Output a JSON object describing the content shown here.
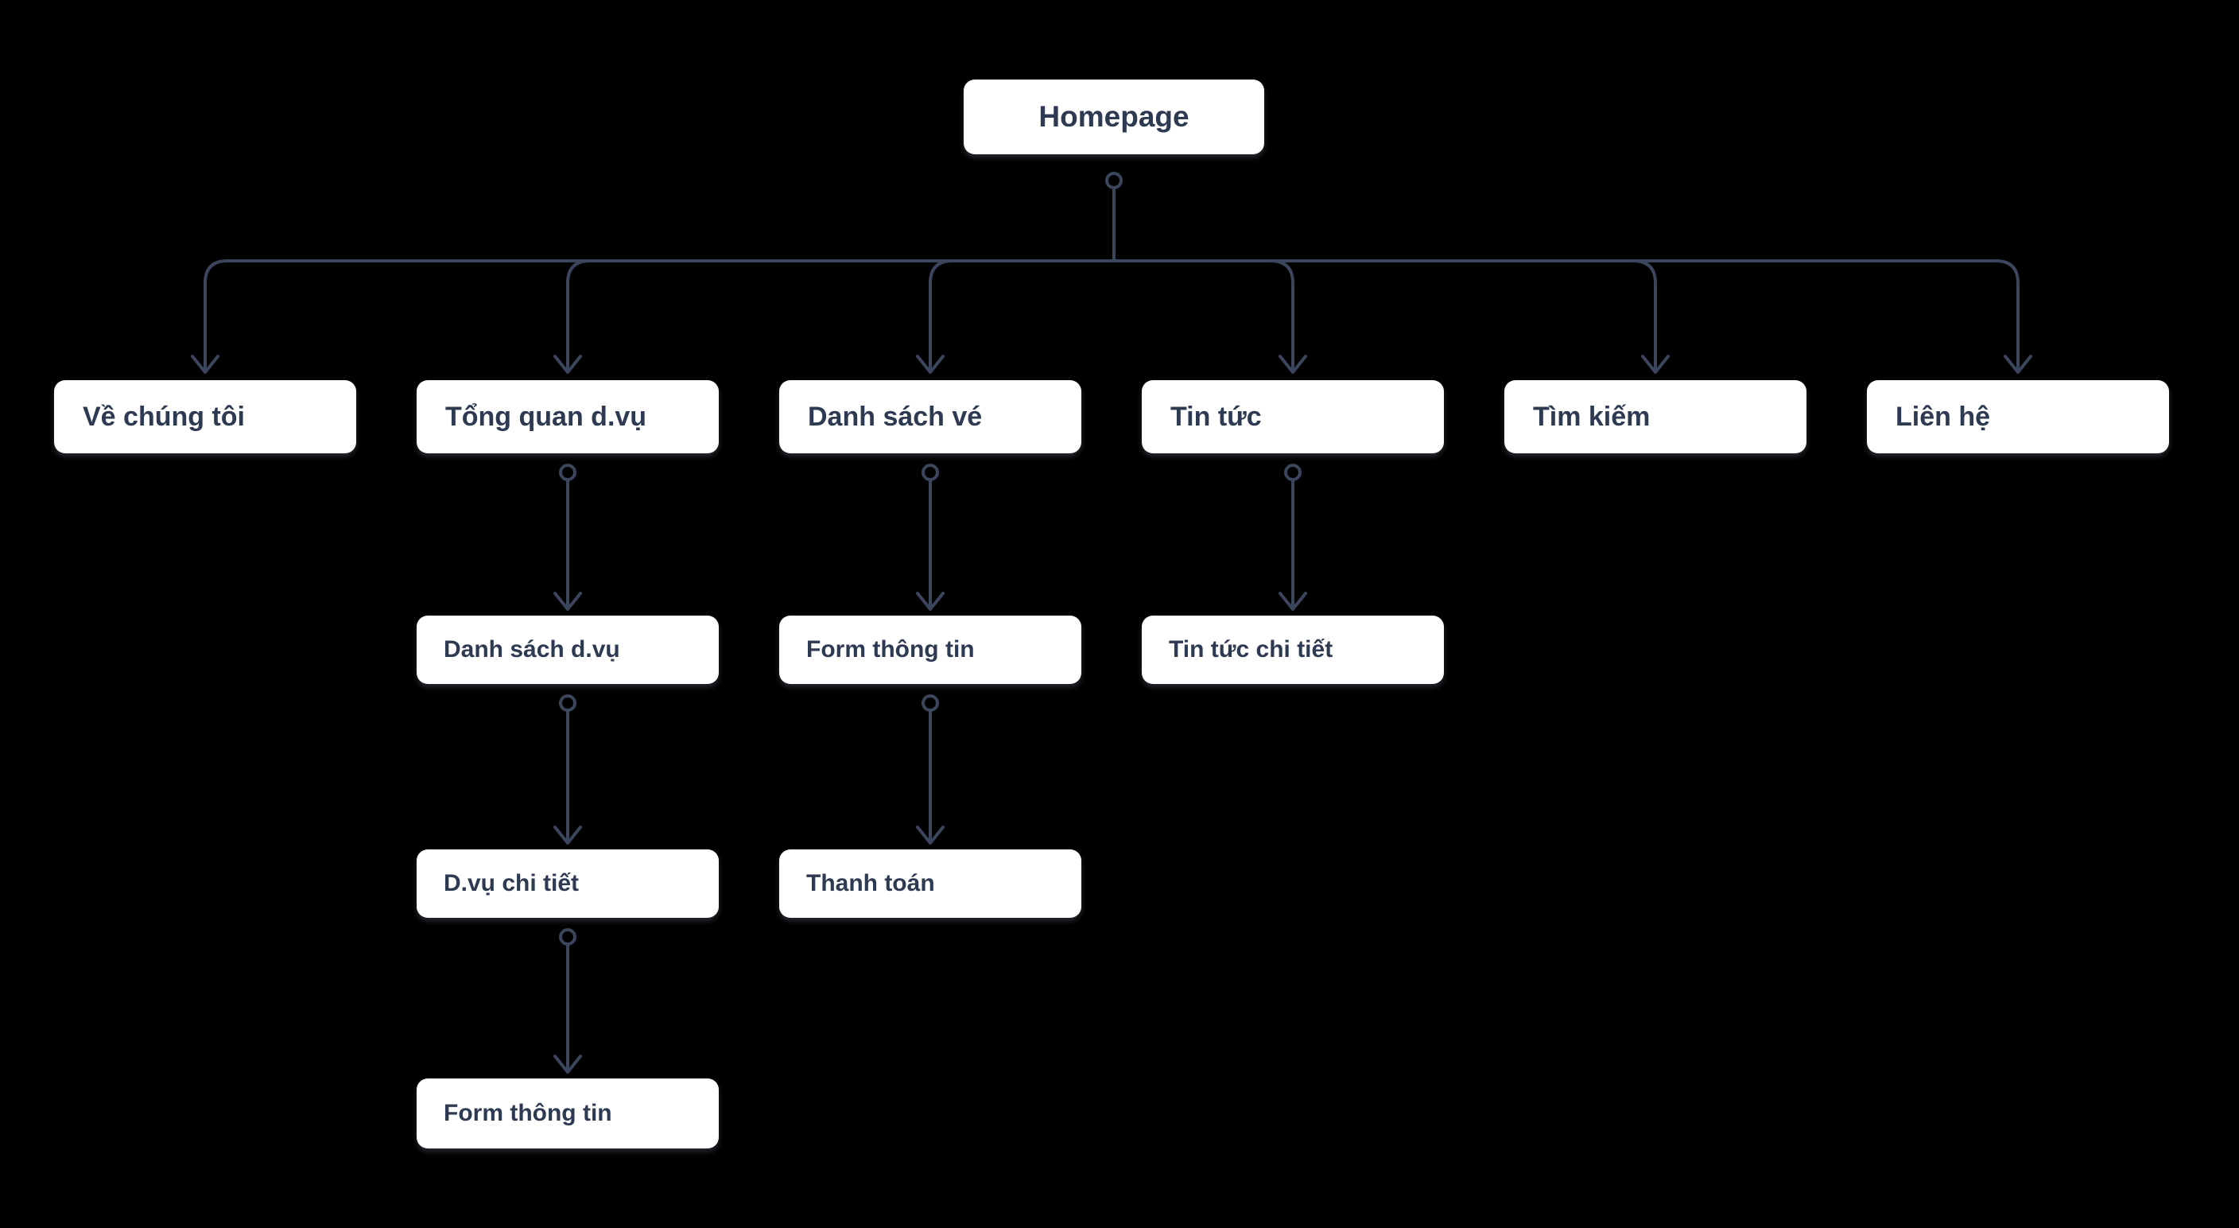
{
  "diagram_type": "sitemap-flowchart",
  "colors": {
    "background": "#000000",
    "node_fill": "#ffffff",
    "node_text": "#2e3a52",
    "connector": "#3b465c"
  },
  "nodes": {
    "homepage": {
      "label": "Homepage"
    },
    "about": {
      "label": "Về chúng tôi"
    },
    "services_overview": {
      "label": "Tổng quan d.vụ"
    },
    "ticket_list": {
      "label": "Danh sách vé"
    },
    "news": {
      "label": "Tin tức"
    },
    "search": {
      "label": "Tìm kiếm"
    },
    "contact": {
      "label": "Liên hệ"
    },
    "services_list": {
      "label": "Danh sách d.vụ"
    },
    "ticket_form": {
      "label": "Form thông tin"
    },
    "news_detail": {
      "label": "Tin tức chi tiết"
    },
    "service_detail": {
      "label": "D.vụ chi tiết"
    },
    "payment": {
      "label": "Thanh toán"
    },
    "service_form": {
      "label": "Form thông tin"
    }
  },
  "tree": {
    "root": "homepage",
    "edges": [
      {
        "from": "homepage",
        "to": "about"
      },
      {
        "from": "homepage",
        "to": "services_overview"
      },
      {
        "from": "homepage",
        "to": "ticket_list"
      },
      {
        "from": "homepage",
        "to": "news"
      },
      {
        "from": "homepage",
        "to": "search"
      },
      {
        "from": "homepage",
        "to": "contact"
      },
      {
        "from": "services_overview",
        "to": "services_list"
      },
      {
        "from": "services_list",
        "to": "service_detail"
      },
      {
        "from": "service_detail",
        "to": "service_form"
      },
      {
        "from": "ticket_list",
        "to": "ticket_form"
      },
      {
        "from": "ticket_form",
        "to": "payment"
      },
      {
        "from": "news",
        "to": "news_detail"
      }
    ]
  }
}
